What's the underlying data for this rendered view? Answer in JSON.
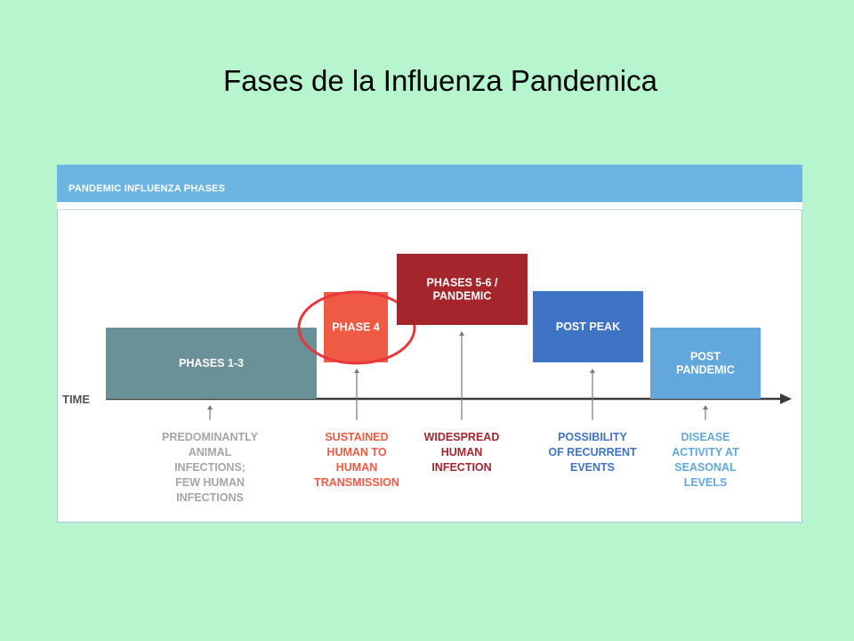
{
  "slide": {
    "title": "Fases de la Influenza Pandemica"
  },
  "figure": {
    "header": "PANDEMIC INFLUENZA PHASES",
    "axis_label": "TIME",
    "phases": [
      {
        "box_lines": [
          "PHASES 1-3"
        ],
        "box_color": "#6a9098",
        "desc_lines": [
          "PREDOMINANTLY",
          "ANIMAL",
          "INFECTIONS;",
          "FEW HUMAN",
          "INFECTIONS"
        ],
        "desc_color": "#a5a5a5",
        "highlighted": false
      },
      {
        "box_lines": [
          "PHASE 4"
        ],
        "box_color": "#ef5a44",
        "desc_lines": [
          "SUSTAINED",
          "HUMAN TO",
          "HUMAN",
          "TRANSMISSION"
        ],
        "desc_color": "#ef5a44",
        "highlighted": true
      },
      {
        "box_lines": [
          "PHASES 5-6 /",
          "PANDEMIC"
        ],
        "box_color": "#a4262c",
        "desc_lines": [
          "WIDESPREAD",
          "HUMAN",
          "INFECTION"
        ],
        "desc_color": "#a4262c",
        "highlighted": false
      },
      {
        "box_lines": [
          "POST PEAK"
        ],
        "box_color": "#3f73c4",
        "desc_lines": [
          "POSSIBILITY",
          "OF RECURRENT",
          "EVENTS"
        ],
        "desc_color": "#3f73c4",
        "highlighted": false
      },
      {
        "box_lines": [
          "POST",
          "PANDEMIC"
        ],
        "box_color": "#62a8dc",
        "desc_lines": [
          "DISEASE",
          "ACTIVITY AT",
          "SEASONAL",
          "LEVELS"
        ],
        "desc_color": "#62a8dc",
        "highlighted": false
      }
    ],
    "highlight_color": "#e8373a",
    "axis_color": "#3a3a3a",
    "pointer_color": "#7a7a7a"
  }
}
